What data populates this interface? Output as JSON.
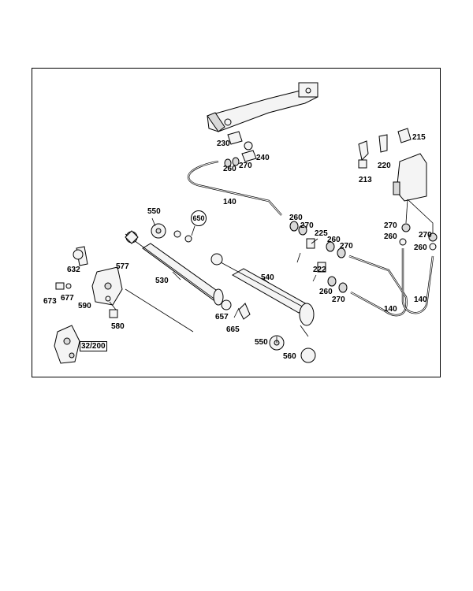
{
  "diagram": {
    "labels": {
      "p230": "230",
      "p215": "215",
      "p240": "240",
      "p260a": "260",
      "p270a": "270",
      "p220": "220",
      "p213": "213",
      "p140a": "140",
      "p550a": "550",
      "p650": "650",
      "p260b": "260",
      "p270b": "270",
      "p225": "225",
      "p260c": "260",
      "p270c": "270",
      "p270d": "270",
      "p260d": "260",
      "p270e": "270",
      "p260e": "260",
      "p577": "577",
      "p632": "632",
      "p530": "530",
      "p540": "540",
      "p222": "222",
      "p260f": "260",
      "p270f": "270",
      "p140b": "140",
      "p140c": "140",
      "p673": "673",
      "p677": "677",
      "p590": "590",
      "p657": "657",
      "p580": "580",
      "p665": "665",
      "p550b": "550",
      "p560": "560",
      "ref": "32/200"
    }
  }
}
